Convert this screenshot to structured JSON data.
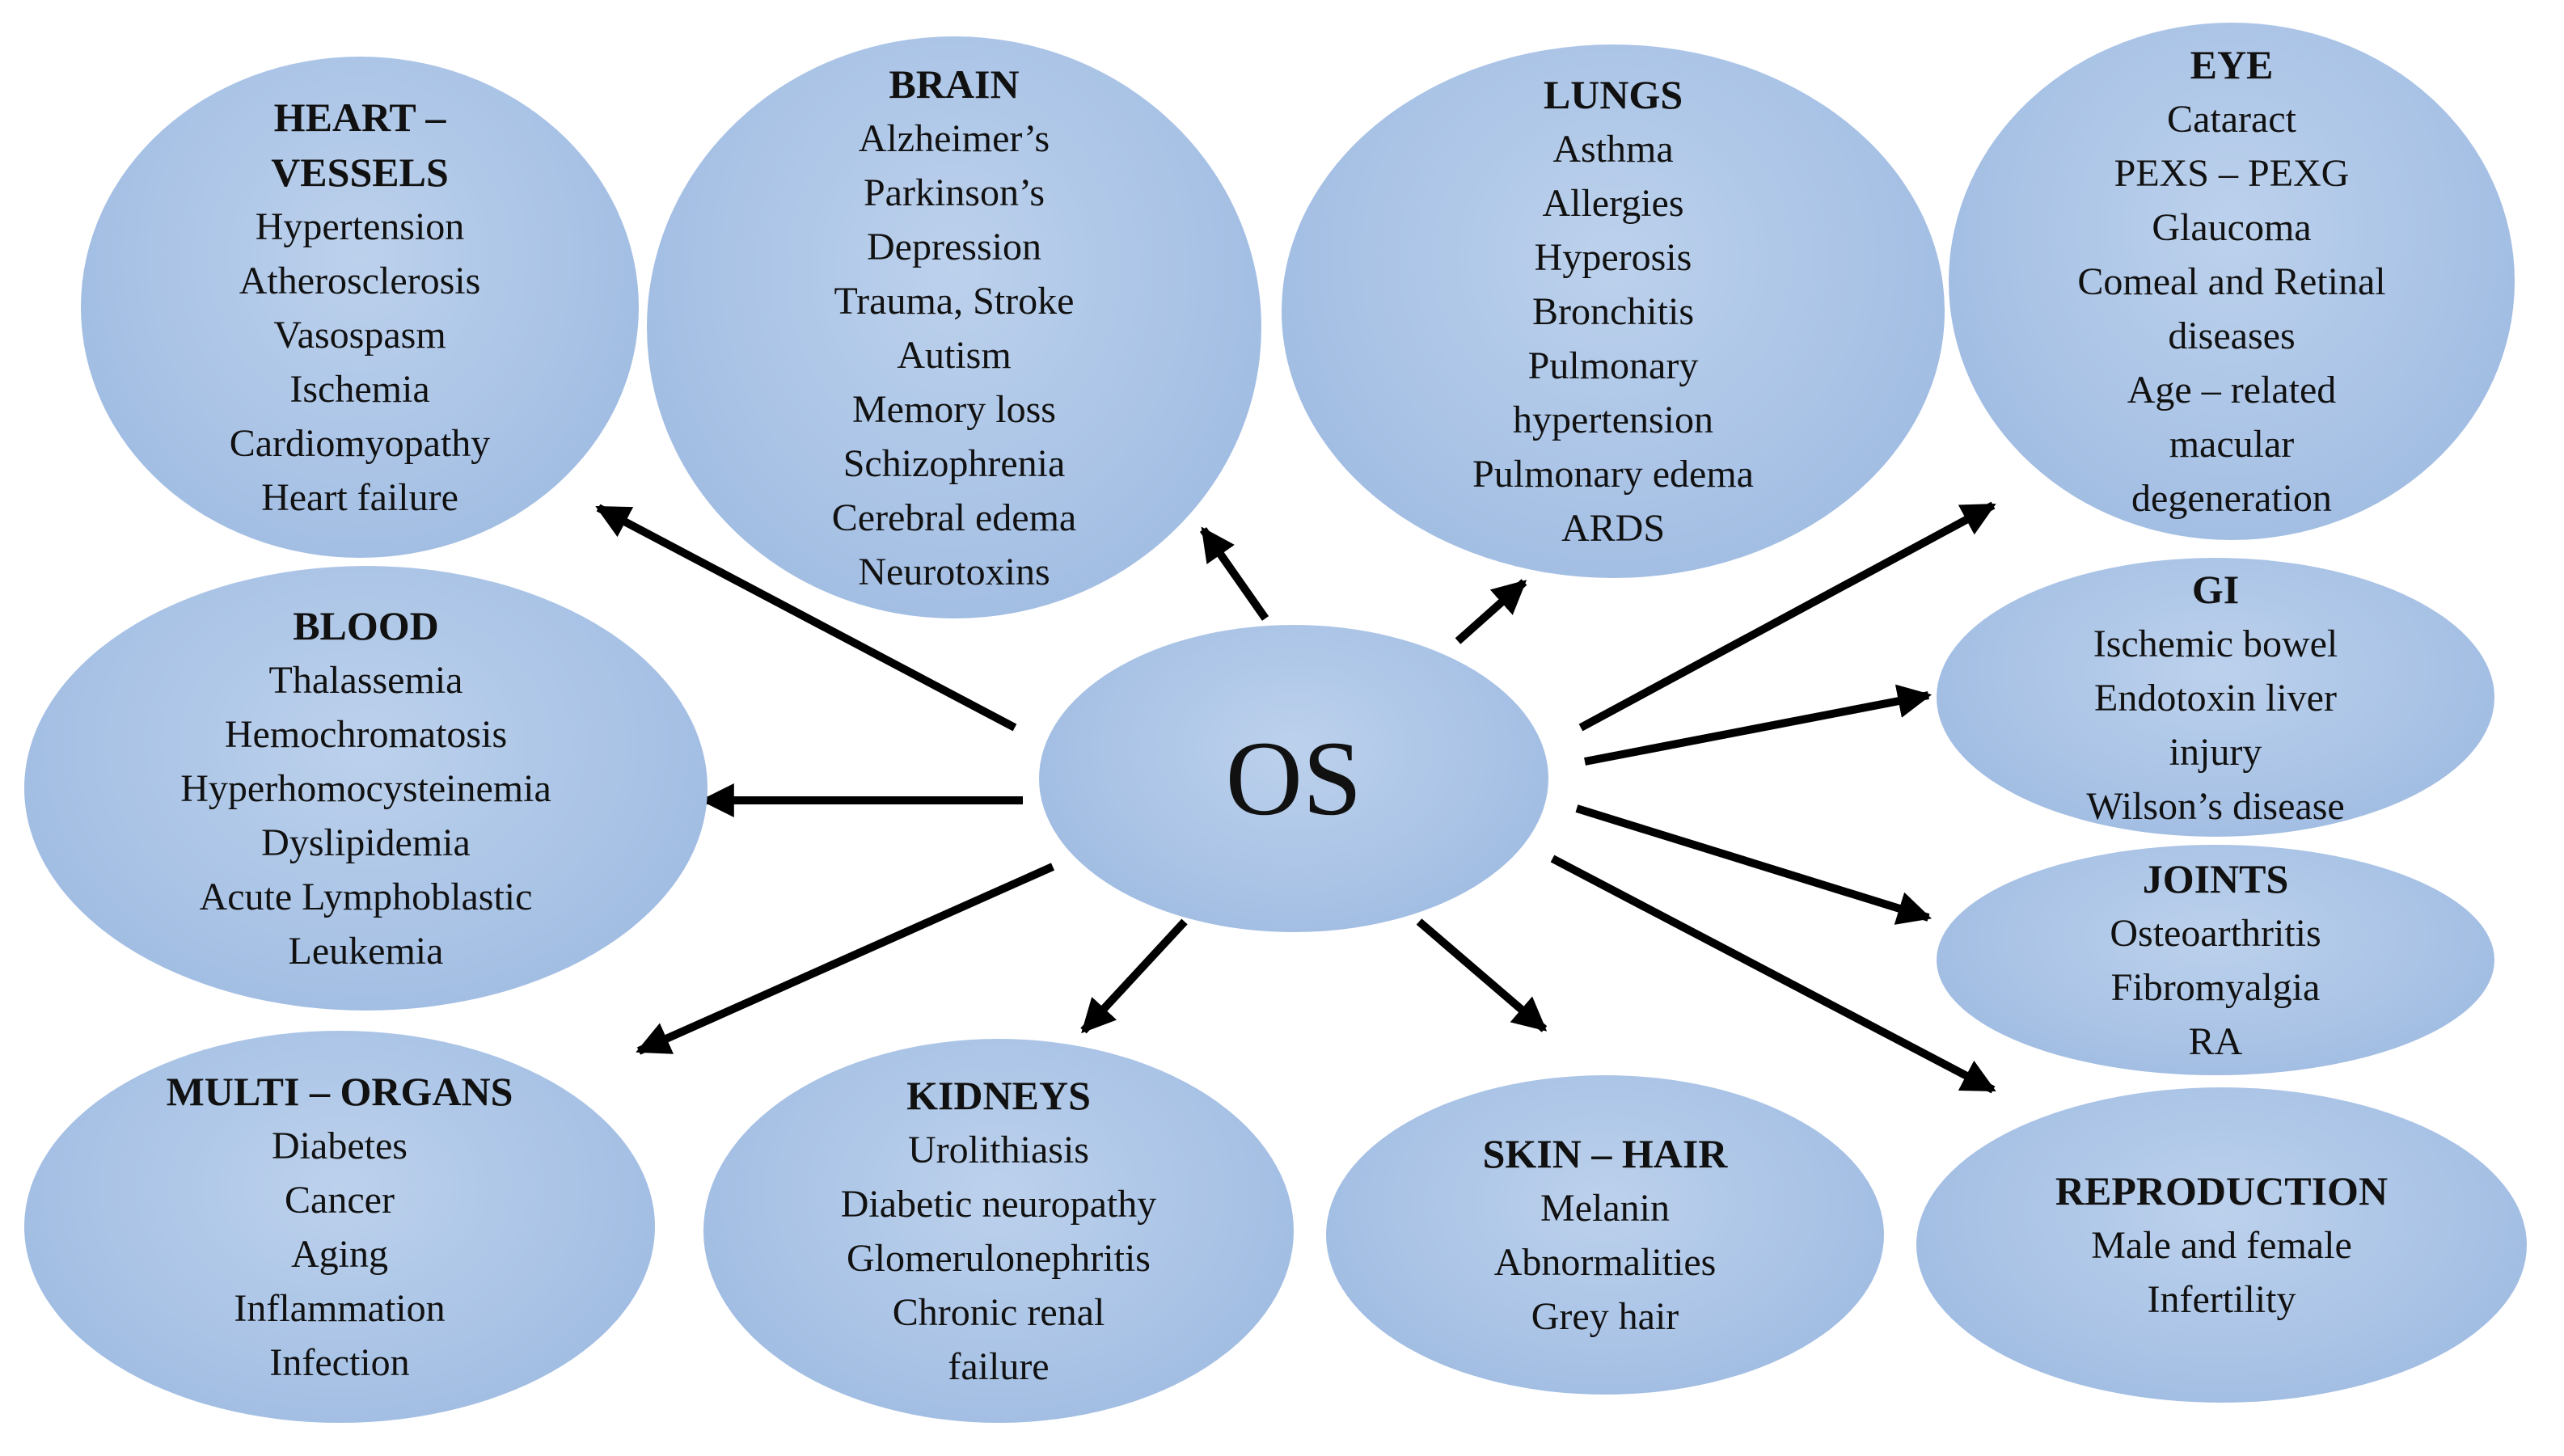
{
  "center": {
    "label": "OS"
  },
  "nodes": {
    "heart": {
      "title": "HEART –\nVESSELS",
      "items": [
        "Hypertension",
        "Atherosclerosis",
        "Vasospasm",
        "Ischemia",
        "Cardiomyopathy",
        "Heart failure"
      ]
    },
    "brain": {
      "title": "BRAIN",
      "items": [
        "Alzheimer’s",
        "Parkinson’s",
        "Depression",
        "Trauma, Stroke",
        "Autism",
        "Memory loss",
        "Schizophrenia",
        "Cerebral edema",
        "Neurotoxins"
      ]
    },
    "lungs": {
      "title": "LUNGS",
      "items": [
        "Asthma",
        "Allergies",
        "Hyperosis",
        "Bronchitis",
        "Pulmonary\nhypertension",
        "Pulmonary edema",
        "ARDS"
      ]
    },
    "eye": {
      "title": "EYE",
      "items": [
        "Cataract",
        "PEXS – PEXG",
        "Glaucoma",
        "Comeal and Retinal\ndiseases",
        "Age – related\nmacular\ndegeneration"
      ]
    },
    "blood": {
      "title": "BLOOD",
      "items": [
        "Thalassemia",
        "Hemochromatosis",
        "Hyperhomocysteinemia",
        "Dyslipidemia",
        "Acute Lymphoblastic\nLeukemia"
      ]
    },
    "gi": {
      "title": "GI",
      "items": [
        "Ischemic bowel",
        "Endotoxin liver\ninjury",
        "Wilson’s disease"
      ]
    },
    "joints": {
      "title": "JOINTS",
      "items": [
        "Osteoarthritis",
        "Fibromyalgia",
        "RA"
      ]
    },
    "multi": {
      "title": "MULTI – ORGANS",
      "items": [
        "Diabetes",
        "Cancer",
        "Aging",
        "Inflammation",
        "Infection"
      ]
    },
    "kidneys": {
      "title": "KIDNEYS",
      "items": [
        "Urolithiasis",
        "Diabetic neuropathy",
        "Glomerulonephritis",
        "Chronic renal\nfailure"
      ]
    },
    "skin": {
      "title": "SKIN – HAIR",
      "items": [
        "Melanin",
        "Abnormalities",
        "Grey hair"
      ]
    },
    "reproduction": {
      "title": "REPRODUCTION",
      "items": [
        "Male and female",
        "Infertility"
      ]
    }
  },
  "colors": {
    "bubble": "#a9c3e6",
    "arrow": "#000000",
    "text": "#111111"
  }
}
